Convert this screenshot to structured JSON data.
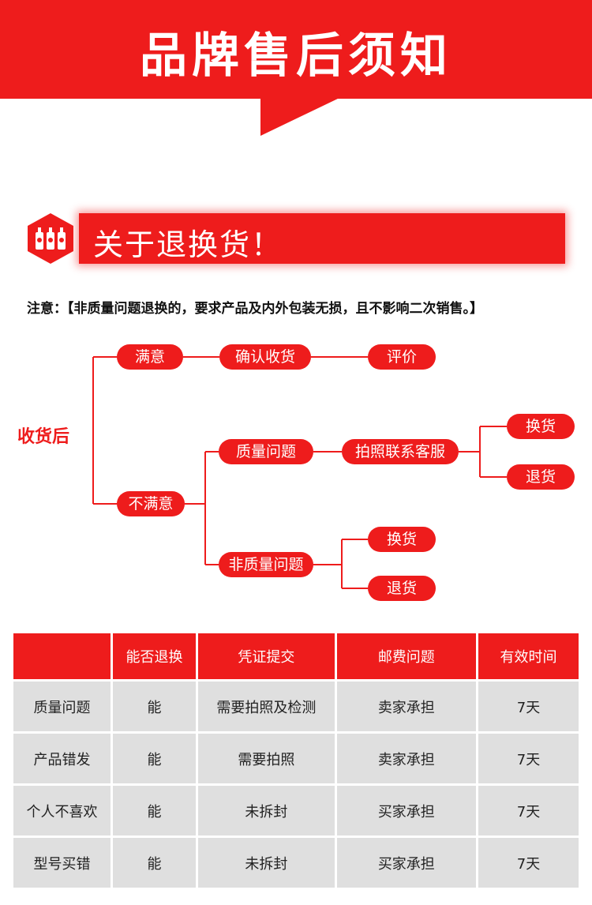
{
  "banner": {
    "title": "品牌售后须知"
  },
  "section": {
    "title": "关于退换货！"
  },
  "note": {
    "label": "注意：",
    "text": "【非质量问题退换的，要求产品及内外包装无损，且不影响二次销售。】"
  },
  "flow": {
    "root": "收货后",
    "satisfied": "满意",
    "confirm": "确认收货",
    "review": "评价",
    "unsatisfied": "不满意",
    "quality_issue": "质量问题",
    "contact_service": "拍照联系客服",
    "qi_exchange": "换货",
    "qi_return": "退货",
    "non_quality_issue": "非质量问题",
    "nq_exchange": "换货",
    "nq_return": "退货"
  },
  "table": {
    "headers": [
      "",
      "能否退换",
      "凭证提交",
      "邮费问题",
      "有效时间"
    ],
    "rows": [
      [
        "质量问题",
        "能",
        "需要拍照及检测",
        "卖家承担",
        "7天"
      ],
      [
        "产品错发",
        "能",
        "需要拍照",
        "卖家承担",
        "7天"
      ],
      [
        "个人不喜欢",
        "能",
        "未拆封",
        "买家承担",
        "7天"
      ],
      [
        "型号买错",
        "能",
        "未拆封",
        "买家承担",
        "7天"
      ]
    ]
  },
  "colors": {
    "accent": "#ee1c1c",
    "cell": "#dfdfdf"
  },
  "icons": {
    "section_icon": "bottles-hexagon-icon"
  }
}
